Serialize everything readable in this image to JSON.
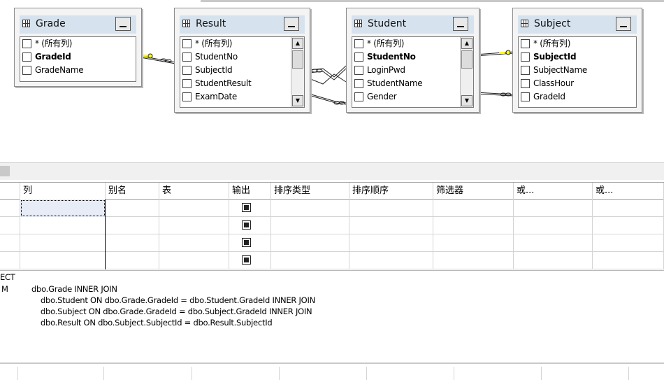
{
  "diagram": {
    "tables": [
      {
        "id": "grade",
        "title": "Grade",
        "columns": [
          {
            "name": "* (所有列)",
            "bold": false
          },
          {
            "name": "GradeId",
            "bold": true
          },
          {
            "name": "GradeName",
            "bold": false
          }
        ],
        "scroll": false
      },
      {
        "id": "result",
        "title": "Result",
        "columns": [
          {
            "name": "* (所有列)",
            "bold": false
          },
          {
            "name": "StudentNo",
            "bold": false
          },
          {
            "name": "SubjectId",
            "bold": false
          },
          {
            "name": "StudentResult",
            "bold": false
          },
          {
            "name": "ExamDate",
            "bold": false
          }
        ],
        "scroll": true
      },
      {
        "id": "student",
        "title": "Student",
        "columns": [
          {
            "name": "* (所有列)",
            "bold": false
          },
          {
            "name": "StudentNo",
            "bold": true
          },
          {
            "name": "LoginPwd",
            "bold": false
          },
          {
            "name": "StudentName",
            "bold": false
          },
          {
            "name": "Gender",
            "bold": false
          }
        ],
        "scroll": true
      },
      {
        "id": "subject",
        "title": "Subject",
        "columns": [
          {
            "name": "* (所有列)",
            "bold": false
          },
          {
            "name": "SubjectId",
            "bold": true
          },
          {
            "name": "SubjectName",
            "bold": false
          },
          {
            "name": "ClassHour",
            "bold": false
          },
          {
            "name": "GradeId",
            "bold": false
          }
        ],
        "scroll": false
      }
    ]
  },
  "grid": {
    "headers": [
      "列",
      "别名",
      "表",
      "输出",
      "排序类型",
      "排序顺序",
      "筛选器",
      "或...",
      "或..."
    ],
    "rows": [
      {
        "column": "",
        "alias": "",
        "table": "",
        "output": true
      },
      {
        "column": "",
        "alias": "",
        "table": "",
        "output": true
      },
      {
        "column": "",
        "alias": "",
        "table": "",
        "output": true
      },
      {
        "column": "",
        "alias": "",
        "table": "",
        "output": true
      }
    ]
  },
  "sql": {
    "keywords": [
      "ECT",
      "M"
    ],
    "lines": [
      "dbo.Grade INNER JOIN",
      "dbo.Student ON dbo.Grade.GradeId = dbo.Student.GradeId INNER JOIN",
      "dbo.Subject ON dbo.Grade.GradeId = dbo.Subject.GradeId INNER JOIN",
      "dbo.Result ON dbo.Subject.SubjectId = dbo.Result.SubjectId"
    ]
  },
  "icons": {
    "table": "table-grid-icon",
    "minimize": "minimize-icon",
    "key": "key-icon",
    "infinity": "infinity-icon"
  },
  "colors": {
    "title_bar": "#d6e3ee",
    "table_bg": "#f4f4f4",
    "selected_cell": "#e8ecf6"
  }
}
